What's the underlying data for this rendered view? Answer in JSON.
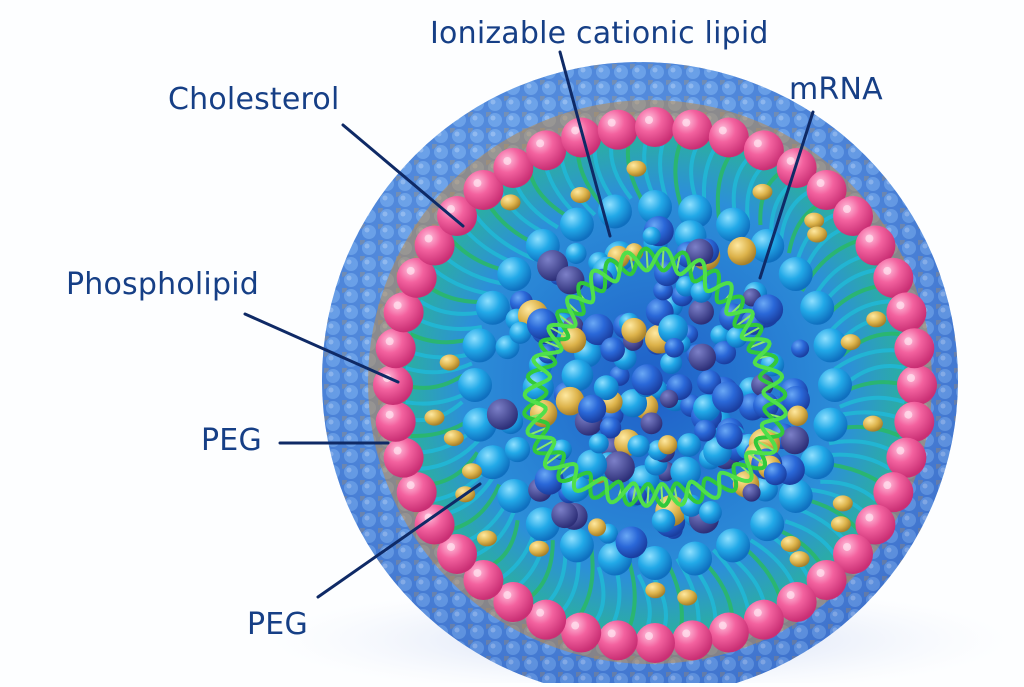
{
  "diagram": {
    "subject": "Lipid nanoparticle cross-section",
    "colors": {
      "label_text": "#163f86",
      "leader_line": "#0f2a66",
      "pink_heads": "#f0569a",
      "outer_shell": "#4f8fe0",
      "cyan_spheres": "#1fa8e6",
      "core_spheres": "#2a6fd6",
      "mrna_helix": "#3bd13c",
      "cholesterol": "#d9b04a",
      "dark_purple": "#3c3f8f",
      "background": "#fdfeff"
    },
    "labels": [
      {
        "id": "ionizable",
        "text": "Ionizable cationic lipid"
      },
      {
        "id": "cholesterol",
        "text": "Cholesterol"
      },
      {
        "id": "mrna",
        "text": "mRNA"
      },
      {
        "id": "phospholipid",
        "text": "Phospholipid"
      },
      {
        "id": "peg1",
        "text": "PEG"
      },
      {
        "id": "peg2",
        "text": "PEG"
      }
    ]
  }
}
